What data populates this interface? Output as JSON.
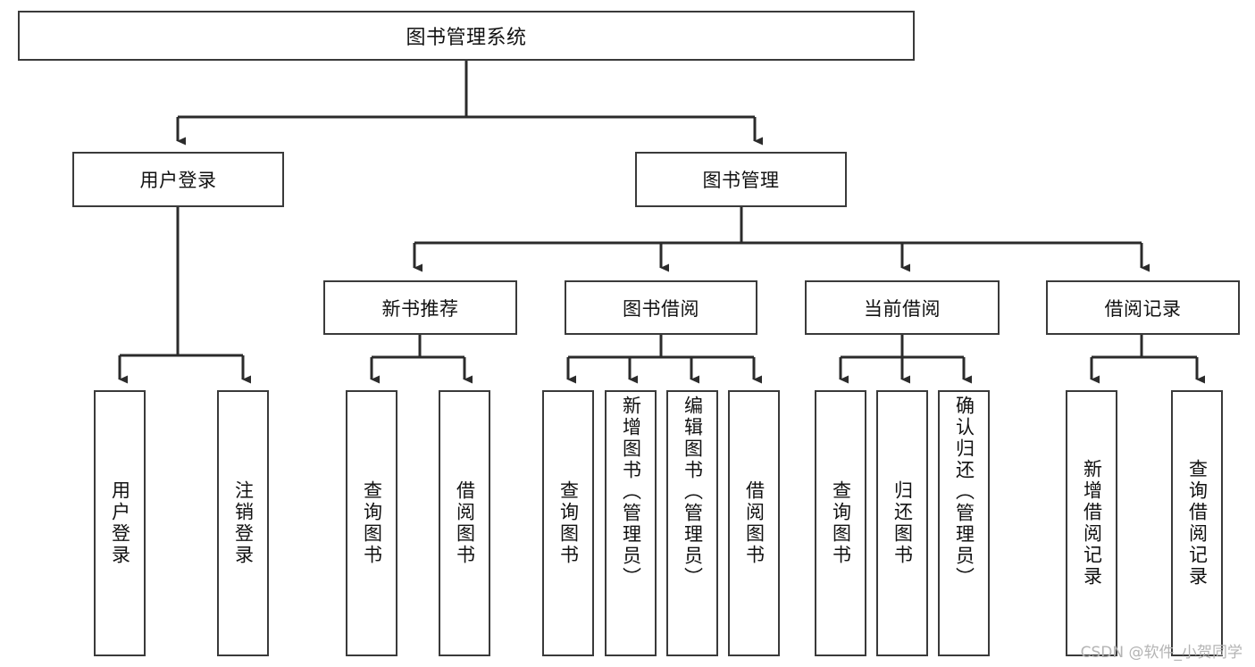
{
  "diagram": {
    "type": "tree-hierarchy-chart",
    "title": "图书管理系统",
    "watermark": "CSDN @软件_小贺同学",
    "colors": {
      "box_border": "#3a3a3a",
      "box_fill": "#ffffff",
      "connector": "#2b2b2b",
      "text": "#111111",
      "watermark": "#b4b4b4"
    },
    "root": {
      "label": "图书管理系统"
    },
    "level2": [
      {
        "label": "用户登录"
      },
      {
        "label": "图书管理"
      }
    ],
    "level3": [
      {
        "label": "新书推荐"
      },
      {
        "label": "图书借阅"
      },
      {
        "label": "当前借阅"
      },
      {
        "label": "借阅记录"
      }
    ],
    "leaves": {
      "user_login": [
        {
          "label": "用户登录"
        },
        {
          "label": "注销登录"
        }
      ],
      "new_book_recommend": [
        {
          "label": "查询图书"
        },
        {
          "label": "借阅图书"
        }
      ],
      "book_borrow": [
        {
          "label": "查询图书"
        },
        {
          "label": "新增图书（管理员）"
        },
        {
          "label": "编辑图书（管理员）"
        },
        {
          "label": "借阅图书"
        }
      ],
      "current_borrow": [
        {
          "label": "查询图书"
        },
        {
          "label": "归还图书"
        },
        {
          "label": "确认归还（管理员）"
        }
      ],
      "borrow_record": [
        {
          "label": "新增借阅记录"
        },
        {
          "label": "查询借阅记录"
        }
      ]
    }
  }
}
